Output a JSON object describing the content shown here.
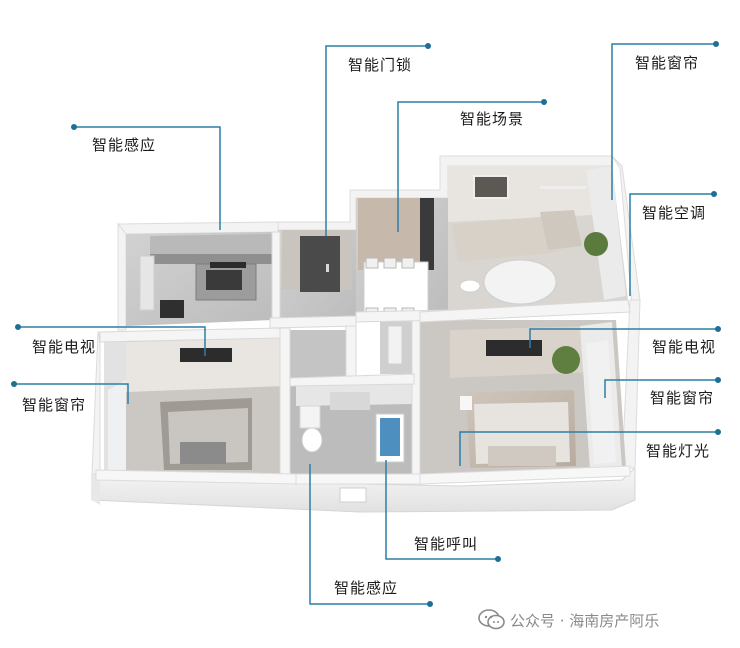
{
  "labels": {
    "door_lock": "智能门锁",
    "curtain_top": "智能窗帘",
    "scene": "智能场景",
    "sensor_kitchen": "智能感应",
    "ac": "智能空调",
    "tv_left": "智能电视",
    "curtain_left": "智能窗帘",
    "tv_right": "智能电视",
    "curtain_right": "智能窗帘",
    "lighting": "智能灯光",
    "call": "智能呼叫",
    "sensor_bath": "智能感应"
  },
  "watermark": {
    "text": "公众号 · 海南房产阿乐",
    "icon": "wechat-official-account-icon"
  },
  "colors": {
    "callout_line": "#2d7fa6",
    "callout_dot": "#1f6f95",
    "wall": "#f4f4f4",
    "floor": "#c9c9c9"
  }
}
